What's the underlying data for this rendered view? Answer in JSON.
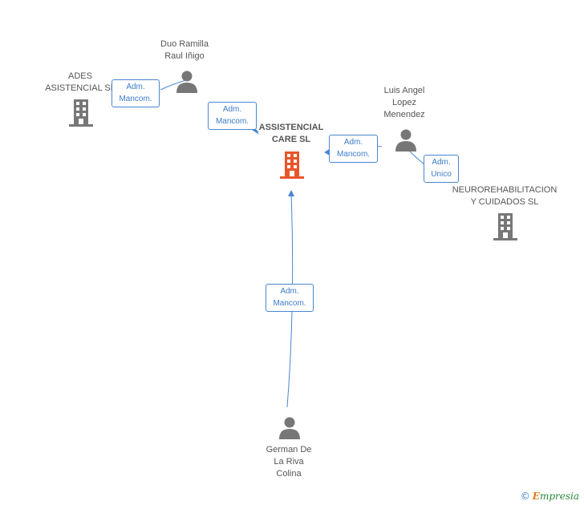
{
  "diagram": {
    "main_company": {
      "lines": [
        "ASSISTENCIAL",
        "CARE SL"
      ]
    },
    "companies": [
      {
        "id": "ades",
        "lines": [
          "ADES",
          "ASISTENCIAL SL"
        ]
      },
      {
        "id": "neuro",
        "lines": [
          "NEUROREHABILITACION",
          "Y CUIDADOS SL"
        ]
      }
    ],
    "persons": [
      {
        "id": "duo",
        "lines": [
          "Duo Ramilla",
          "Raul Iñigo"
        ]
      },
      {
        "id": "luis",
        "lines": [
          "Luis Angel",
          "Lopez",
          "Menendez"
        ]
      },
      {
        "id": "german",
        "lines": [
          "German De",
          "La Riva",
          "Colina"
        ]
      }
    ],
    "relations": [
      {
        "id": "r-ades",
        "lines": [
          "Adm.",
          "Mancom."
        ]
      },
      {
        "id": "r-duo",
        "lines": [
          "Adm.",
          "Mancom."
        ]
      },
      {
        "id": "r-luis",
        "lines": [
          "Adm.",
          "Mancom."
        ]
      },
      {
        "id": "r-neuro",
        "lines": [
          "Adm.",
          "Unico"
        ]
      },
      {
        "id": "r-german",
        "lines": [
          "Adm.",
          "Mancom."
        ]
      }
    ],
    "colors": {
      "main_company": "#e8552a",
      "entity": "#777777",
      "edge": "#4a86d0"
    }
  },
  "footer": {
    "copyright_symbol": "©",
    "brand_initial": "E",
    "brand_rest": "mpresia"
  }
}
